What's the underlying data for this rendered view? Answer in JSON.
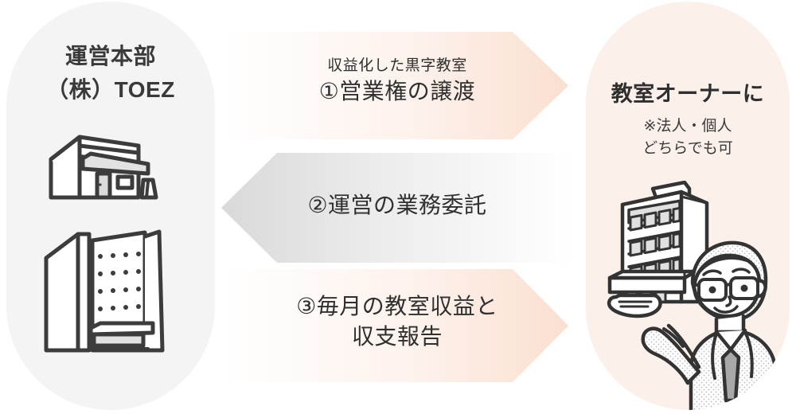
{
  "left_panel": {
    "title_line1": "運営本部",
    "title_line2": "（株）TOEZ",
    "illustration_name": "office-buildings-illustration"
  },
  "right_panel": {
    "title": "教室オーナーに",
    "sub_line1": "※法人・個人",
    "sub_line2": "どちらでも可",
    "illustration_name": "businessman-holding-building-illustration"
  },
  "arrows": [
    {
      "number": "①",
      "kicker": "収益化した黒字教室",
      "label_line1": "①営業権の譲渡",
      "label_line2": "",
      "direction": "right",
      "fill_start": "#ffffff",
      "fill_end": "#fbe3d6"
    },
    {
      "number": "②",
      "kicker": "",
      "label_line1": "②運営の業務委託",
      "label_line2": "",
      "direction": "left",
      "fill_start": "#dcdcdc",
      "fill_end": "#ffffff"
    },
    {
      "number": "③",
      "kicker": "",
      "label_line1": "③毎月の教室収益と",
      "label_line2": "収支報告",
      "direction": "right",
      "fill_start": "#ffffff",
      "fill_end": "#fbe3d6"
    }
  ],
  "colors": {
    "left_panel_bg": "#f4f4f4",
    "right_panel_bg": "#fbf0ea",
    "ink": "#3a3a3a",
    "line": "#3c3c3c",
    "page_bg": "#ffffff"
  }
}
